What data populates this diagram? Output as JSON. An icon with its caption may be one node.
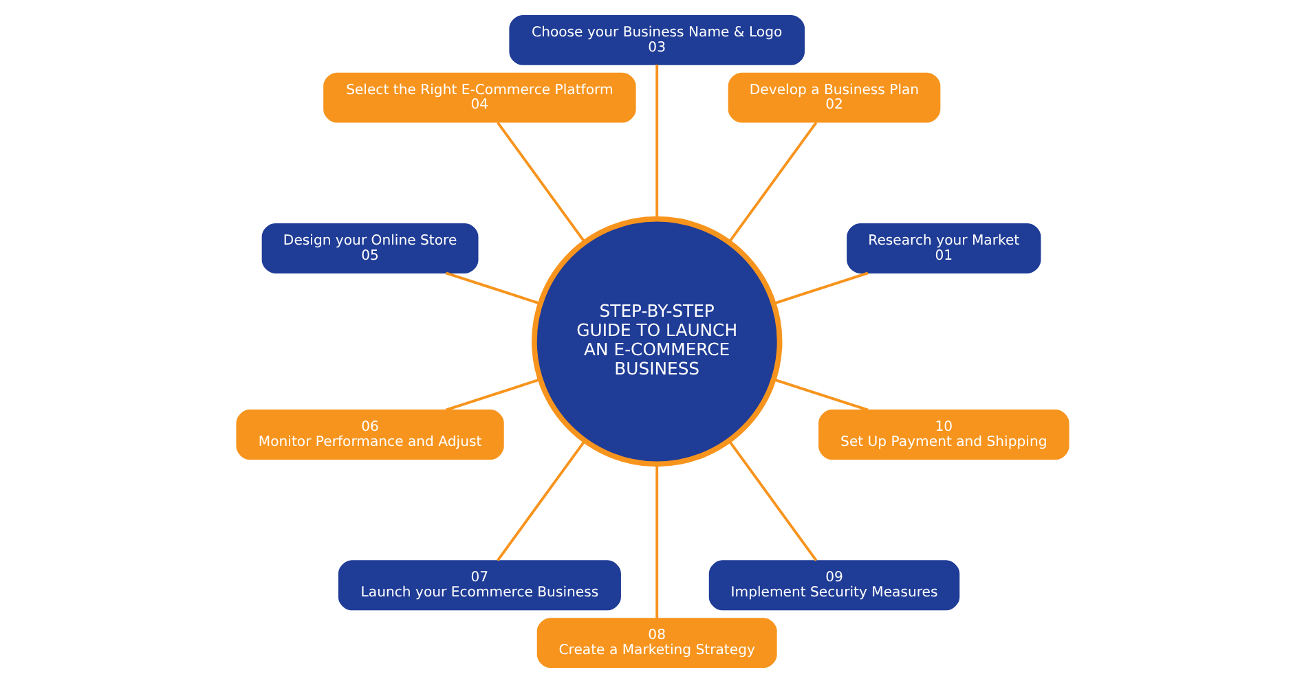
{
  "diagram": {
    "nodes": [
      {
        "text": [
          "STEP-BY-STEP GUIDE TO LAUNCH AN E-COMMERCE BUSINESS"
        ]
      },
      {
        "text": [
          "Research your Market",
          "01"
        ]
      },
      {
        "text": [
          "Develop a Business Plan",
          "02"
        ]
      },
      {
        "text": [
          "Choose your Business Name & Logo",
          "03"
        ]
      },
      {
        "text": [
          "Select the Right E-Commerce Platform",
          "04"
        ]
      },
      {
        "text": [
          "Design your Online Store",
          "05"
        ]
      },
      {
        "text": [
          "06",
          "Monitor Performance and Adjust"
        ]
      },
      {
        "text": [
          "07",
          "Launch your Ecommerce Business"
        ]
      },
      {
        "text": [
          "08",
          "Create a Marketing Strategy"
        ]
      },
      {
        "text": [
          "09",
          "Implement Security Measures"
        ]
      },
      {
        "text": [
          "10",
          "Set Up Payment and Shipping"
        ]
      }
    ],
    "edges": [
      {
        "from": 0,
        "to": 1,
        "arrow": "none"
      },
      {
        "from": 0,
        "to": 2,
        "arrow": "none"
      },
      {
        "from": 0,
        "to": 3,
        "arrow": "none"
      },
      {
        "from": 0,
        "to": 4,
        "arrow": "none"
      },
      {
        "from": 0,
        "to": 5,
        "arrow": "none"
      },
      {
        "from": 0,
        "to": 6,
        "arrow": "none"
      },
      {
        "from": 0,
        "to": 7,
        "arrow": "none"
      },
      {
        "from": 0,
        "to": 8,
        "arrow": "none"
      },
      {
        "from": 0,
        "to": 9,
        "arrow": "none"
      },
      {
        "from": 0,
        "to": 10,
        "arrow": "none"
      }
    ]
  }
}
